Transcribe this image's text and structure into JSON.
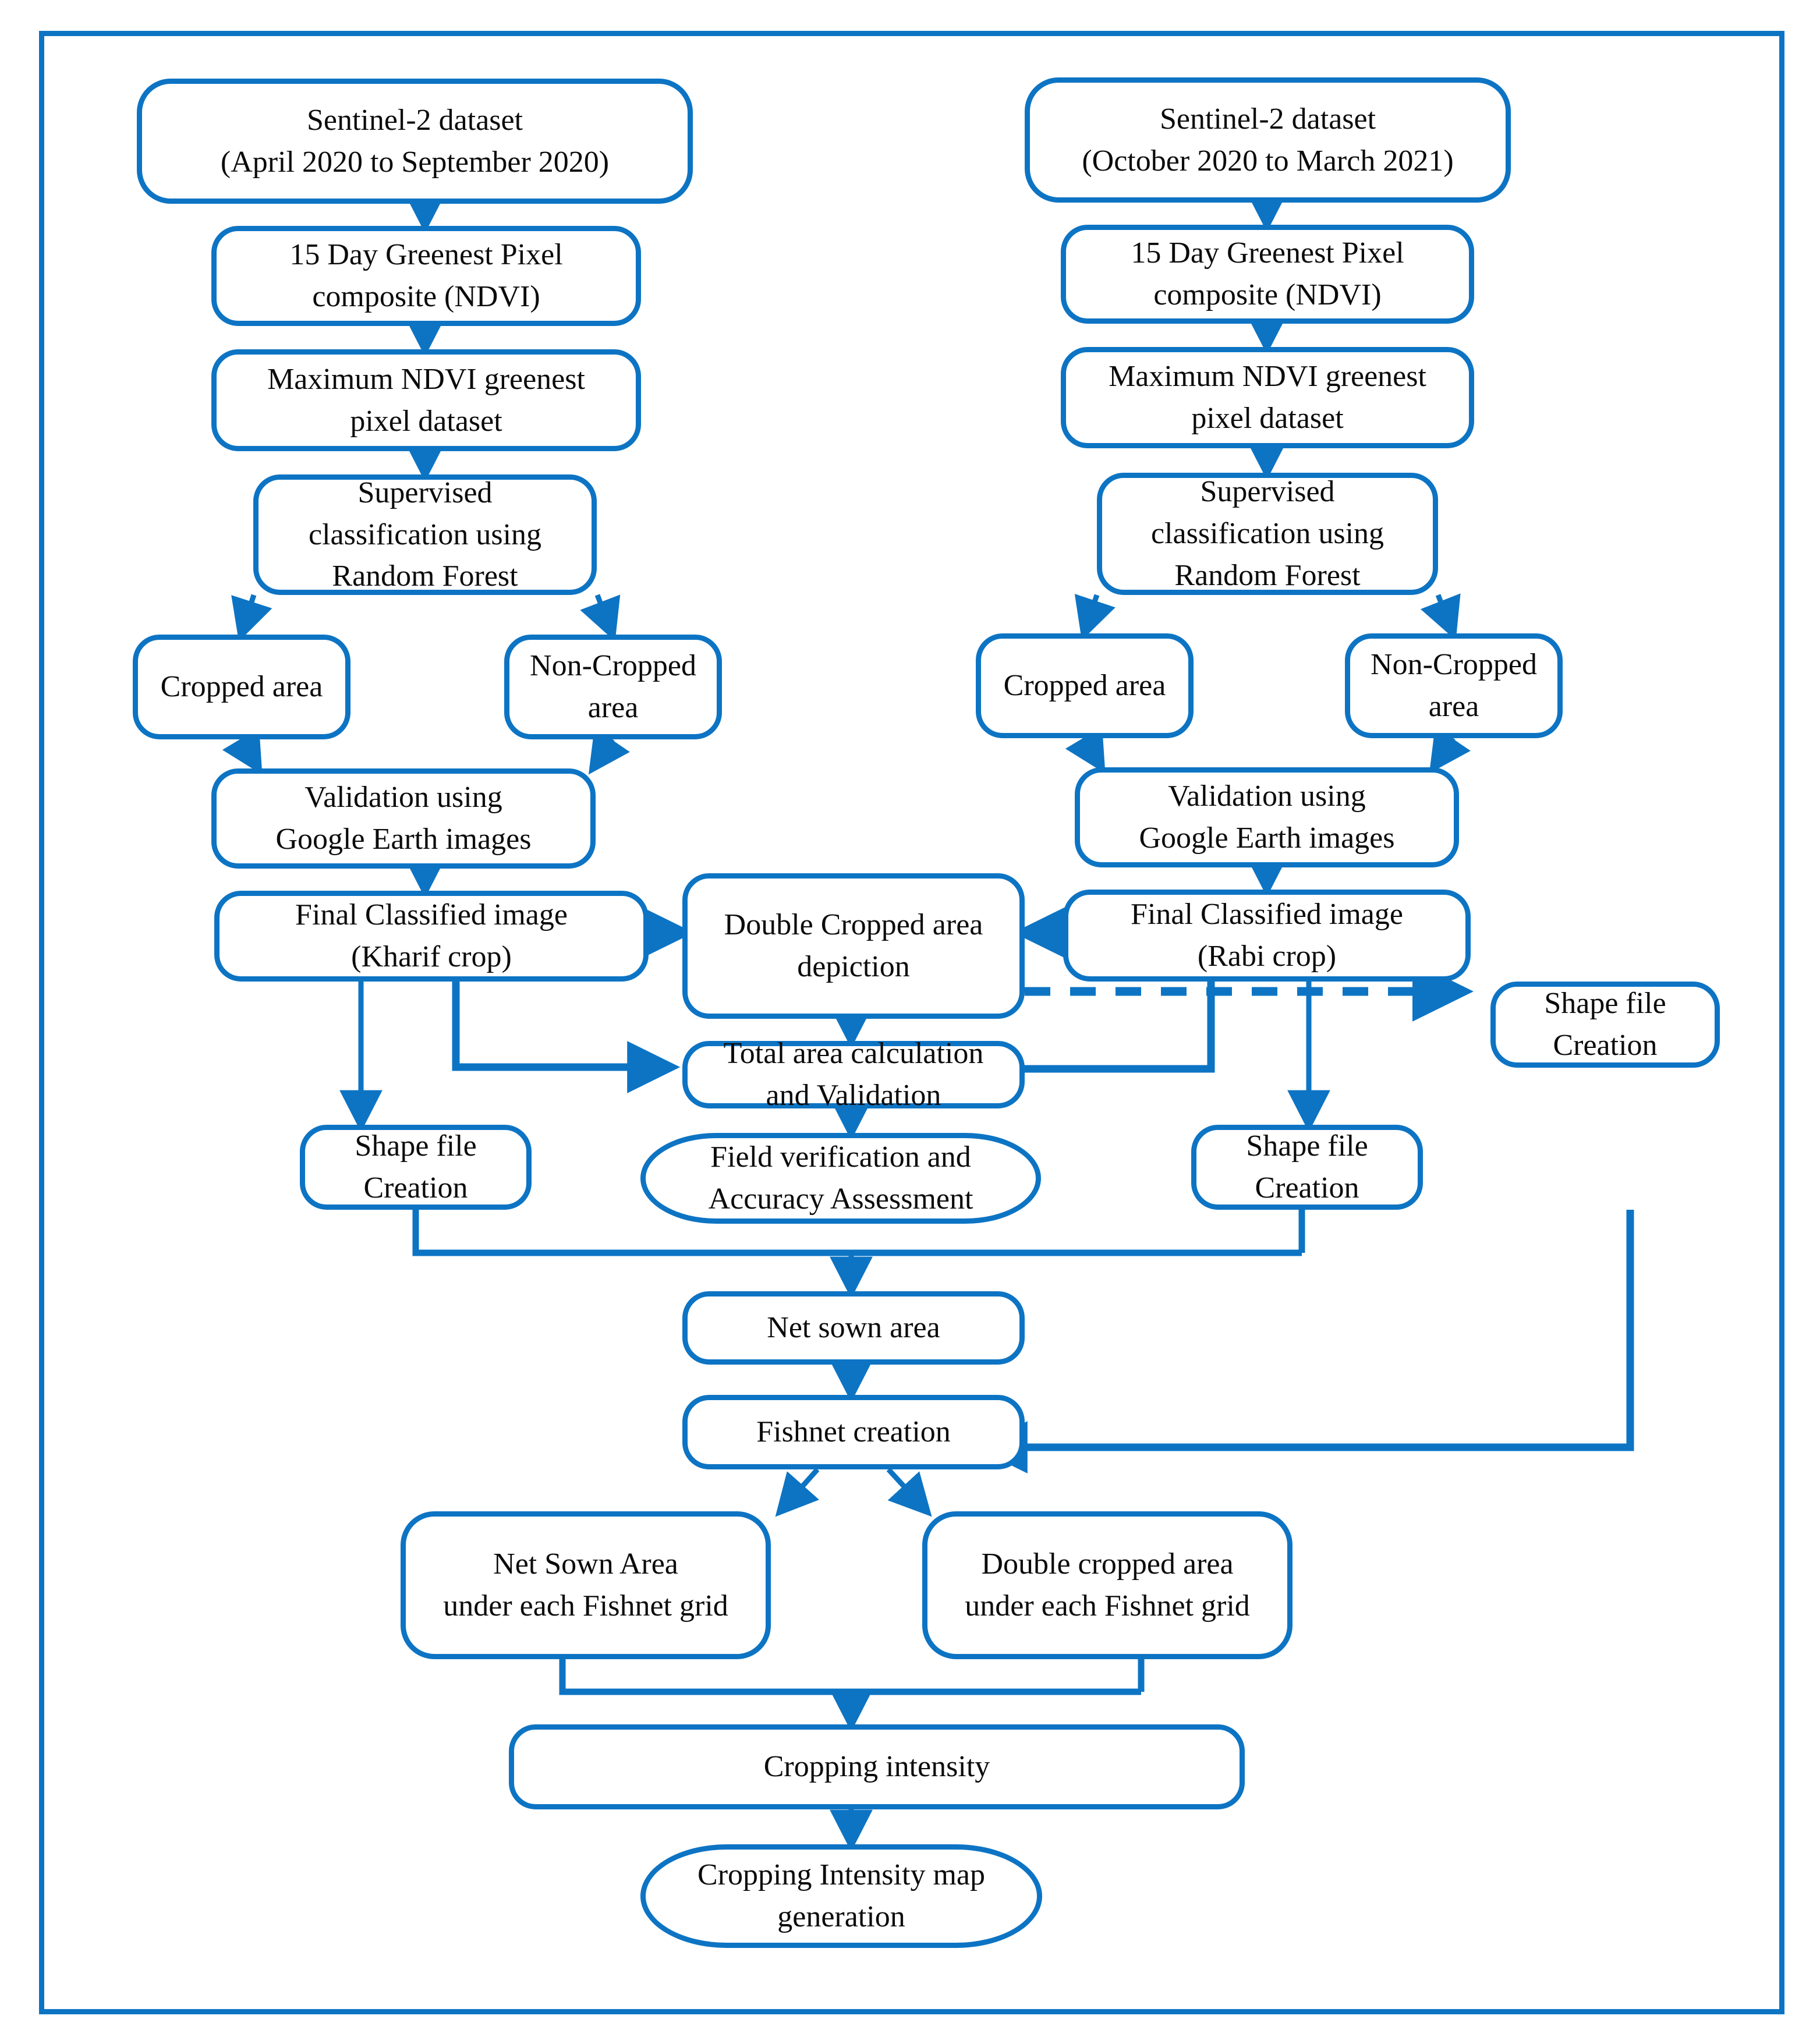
{
  "diagram": {
    "title": "Cropping intensity estimation methodology flowchart",
    "accent_color": "#0d74c4",
    "text_color": "#0b0b0b",
    "background_color": "#ffffff",
    "frame": {
      "present": true,
      "color": "#0d74c4",
      "style": "solid rectangle border"
    }
  },
  "nodes": {
    "kharif_dataset": {
      "label": "Sentinel-2 dataset\n(April 2020 to September 2020)"
    },
    "kharif_composite": {
      "label": "15 Day Greenest Pixel\ncomposite (NDVI)"
    },
    "kharif_maxndvi": {
      "label": "Maximum NDVI greenest\npixel dataset"
    },
    "kharif_classification": {
      "label": "Supervised\nclassification using\nRandom Forest"
    },
    "kharif_cropped": {
      "label": "Cropped area"
    },
    "kharif_noncropped": {
      "label": "Non-Cropped\narea"
    },
    "kharif_validation": {
      "label": "Validation using\nGoogle Earth images"
    },
    "kharif_final": {
      "label": "Final Classified image\n(Kharif crop)"
    },
    "kharif_shapefile": {
      "label": "Shape file\nCreation"
    },
    "rabi_dataset": {
      "label": "Sentinel-2 dataset\n(October 2020 to March 2021)"
    },
    "rabi_composite": {
      "label": "15 Day Greenest Pixel\ncomposite (NDVI)"
    },
    "rabi_maxndvi": {
      "label": "Maximum NDVI greenest\npixel dataset"
    },
    "rabi_classification": {
      "label": "Supervised\nclassification using\nRandom Forest"
    },
    "rabi_cropped": {
      "label": "Cropped area"
    },
    "rabi_noncropped": {
      "label": "Non-Cropped\narea"
    },
    "rabi_validation": {
      "label": "Validation using\nGoogle Earth images"
    },
    "rabi_final": {
      "label": "Final Classified image\n(Rabi crop)"
    },
    "rabi_shapefile": {
      "label": "Shape file\nCreation"
    },
    "double_cropped": {
      "label": "Double Cropped area\ndepiction"
    },
    "total_area": {
      "label": "Total area calculation\nand Validation"
    },
    "field_verification": {
      "label": "Field verification and\nAccuracy Assessment"
    },
    "double_shapefile": {
      "label": "Shape file\nCreation"
    },
    "net_sown_area": {
      "label": "Net sown area"
    },
    "fishnet_creation": {
      "label": "Fishnet creation"
    },
    "nsa_per_grid": {
      "label": "Net Sown Area\nunder each Fishnet grid"
    },
    "dca_per_grid": {
      "label": "Double cropped area\nunder each Fishnet grid"
    },
    "cropping_intensity": {
      "label": "Cropping intensity"
    },
    "ci_map": {
      "label": "Cropping Intensity map\ngeneration"
    }
  },
  "edges": [
    {
      "from": "kharif_dataset",
      "to": "kharif_composite",
      "style": "solid-arrow"
    },
    {
      "from": "kharif_composite",
      "to": "kharif_maxndvi",
      "style": "solid-arrow"
    },
    {
      "from": "kharif_maxndvi",
      "to": "kharif_classification",
      "style": "solid-arrow"
    },
    {
      "from": "kharif_classification",
      "to": "kharif_cropped",
      "style": "solid-arrow"
    },
    {
      "from": "kharif_classification",
      "to": "kharif_noncropped",
      "style": "solid-arrow"
    },
    {
      "from": "kharif_cropped",
      "to": "kharif_validation",
      "style": "solid-arrow"
    },
    {
      "from": "kharif_noncropped",
      "to": "kharif_validation",
      "style": "solid-arrow"
    },
    {
      "from": "kharif_validation",
      "to": "kharif_final",
      "style": "solid-arrow"
    },
    {
      "from": "kharif_final",
      "to": "double_cropped",
      "style": "solid-arrow"
    },
    {
      "from": "kharif_final",
      "to": "kharif_shapefile",
      "style": "solid-arrow"
    },
    {
      "from": "kharif_final",
      "to": "total_area",
      "style": "solid-arrow"
    },
    {
      "from": "rabi_dataset",
      "to": "rabi_composite",
      "style": "solid-arrow"
    },
    {
      "from": "rabi_composite",
      "to": "rabi_maxndvi",
      "style": "solid-arrow"
    },
    {
      "from": "rabi_maxndvi",
      "to": "rabi_classification",
      "style": "solid-arrow"
    },
    {
      "from": "rabi_classification",
      "to": "rabi_cropped",
      "style": "solid-arrow"
    },
    {
      "from": "rabi_classification",
      "to": "rabi_noncropped",
      "style": "solid-arrow"
    },
    {
      "from": "rabi_cropped",
      "to": "rabi_validation",
      "style": "solid-arrow"
    },
    {
      "from": "rabi_noncropped",
      "to": "rabi_validation",
      "style": "solid-arrow"
    },
    {
      "from": "rabi_validation",
      "to": "rabi_final",
      "style": "solid-arrow"
    },
    {
      "from": "rabi_final",
      "to": "double_cropped",
      "style": "solid-arrow"
    },
    {
      "from": "rabi_final",
      "to": "rabi_shapefile",
      "style": "solid-arrow"
    },
    {
      "from": "rabi_final",
      "to": "total_area",
      "style": "solid-arrow"
    },
    {
      "from": "double_cropped",
      "to": "total_area",
      "style": "solid-arrow"
    },
    {
      "from": "double_cropped",
      "to": "double_shapefile",
      "style": "dashed-arrow"
    },
    {
      "from": "total_area",
      "to": "field_verification",
      "style": "solid-arrow"
    },
    {
      "from": "kharif_shapefile",
      "to": "net_sown_area",
      "style": "solid-arrow"
    },
    {
      "from": "rabi_shapefile",
      "to": "net_sown_area",
      "style": "solid-arrow"
    },
    {
      "from": "net_sown_area",
      "to": "fishnet_creation",
      "style": "solid-arrow"
    },
    {
      "from": "double_shapefile",
      "to": "fishnet_creation",
      "style": "solid-arrow"
    },
    {
      "from": "fishnet_creation",
      "to": "nsa_per_grid",
      "style": "solid-arrow"
    },
    {
      "from": "fishnet_creation",
      "to": "dca_per_grid",
      "style": "solid-arrow"
    },
    {
      "from": "nsa_per_grid",
      "to": "cropping_intensity",
      "style": "solid-arrow"
    },
    {
      "from": "dca_per_grid",
      "to": "cropping_intensity",
      "style": "solid-arrow"
    },
    {
      "from": "cropping_intensity",
      "to": "ci_map",
      "style": "solid-arrow"
    }
  ]
}
